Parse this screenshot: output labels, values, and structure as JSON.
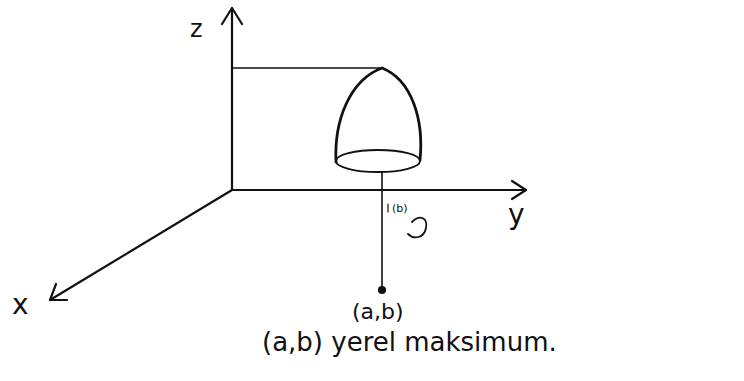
{
  "diagram": {
    "labels": [
      "z",
      "y",
      "x",
      "(b)",
      "(a,b)",
      "(a,b) yerel maksimum."
    ]
  }
}
